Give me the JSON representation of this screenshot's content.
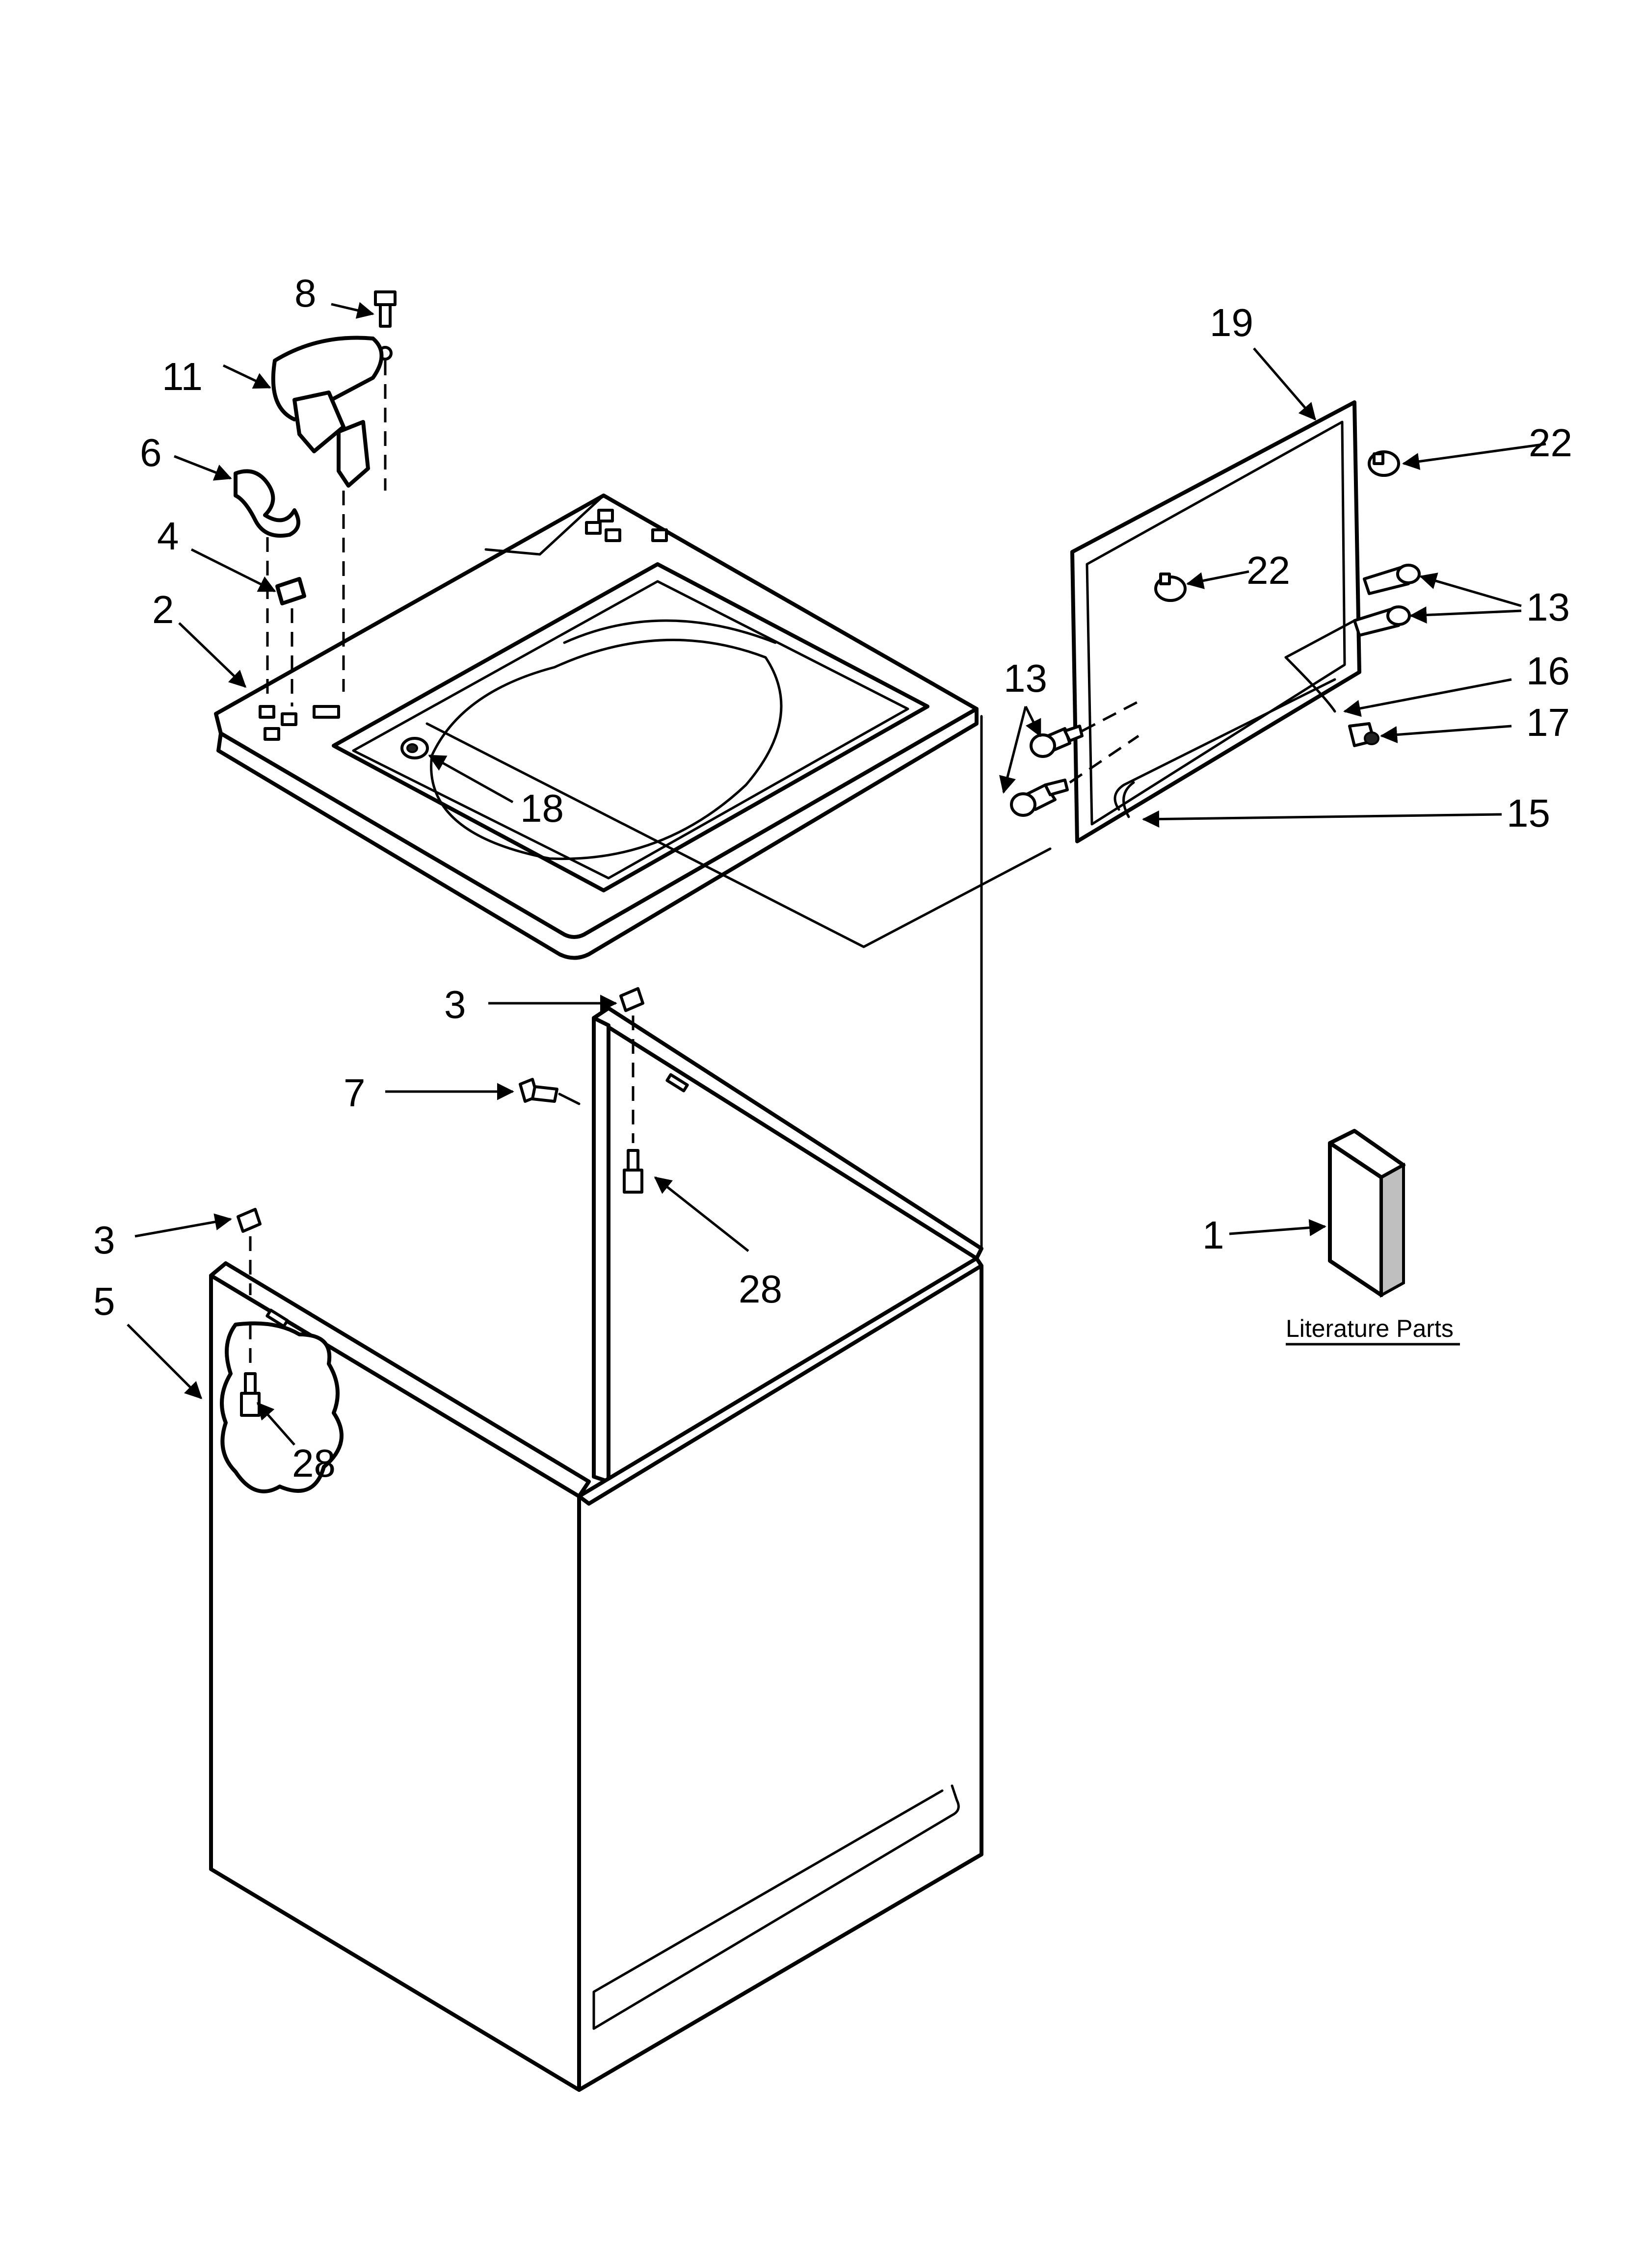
{
  "callouts": {
    "c1": "1",
    "c2": "2",
    "c3a": "3",
    "c3b": "3",
    "c4": "4",
    "c5": "5",
    "c6": "6",
    "c7": "7",
    "c8": "8",
    "c11": "11",
    "c13a": "13",
    "c13b": "13",
    "c15": "15",
    "c16": "16",
    "c17": "17",
    "c18": "18",
    "c19": "19",
    "c22a": "22",
    "c22b": "22",
    "c28a": "28",
    "c28b": "28"
  },
  "literature_label": "Literature Parts"
}
